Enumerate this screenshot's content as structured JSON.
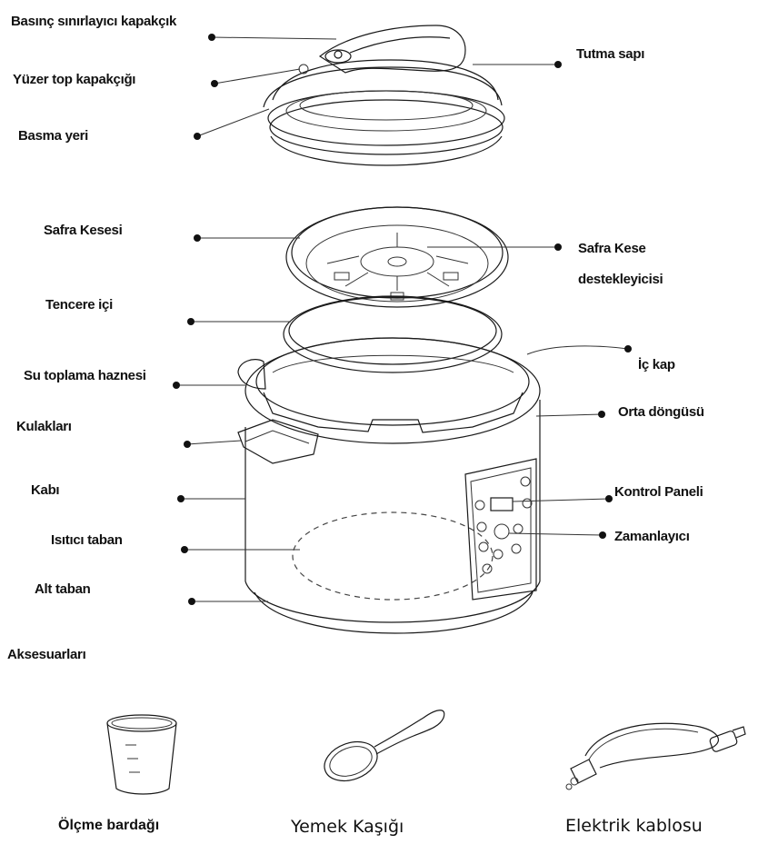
{
  "labels": {
    "pressure_limiter": "Basınç sınırlayıcı kapakçık",
    "float_ball": "Yüzer top kapakçığı",
    "press_point": "Basma yeri",
    "handle": "Tutma sapı",
    "steam_tray": "Safra Kesesi",
    "steam_support_1": "Safra Kese",
    "steam_support_2": "destekleyicisi",
    "pot_inner": "Tencere içi",
    "inner_pot": "İç kap",
    "water_collector": "Su toplama haznesi",
    "middle_ring": "Orta döngüsü",
    "ears": "Kulakları",
    "body": "Kabı",
    "control_panel": "Kontrol Paneli",
    "heater_base": "Isıtıcı taban",
    "timer": "Zamanlayıcı",
    "bottom_base": "Alt taban",
    "accessories": "Aksesuarları"
  },
  "accessories": {
    "cup": "Ölçme bardağı",
    "spoon": "Yemek Kaşığı",
    "cable": "Elektrik kablosu"
  }
}
